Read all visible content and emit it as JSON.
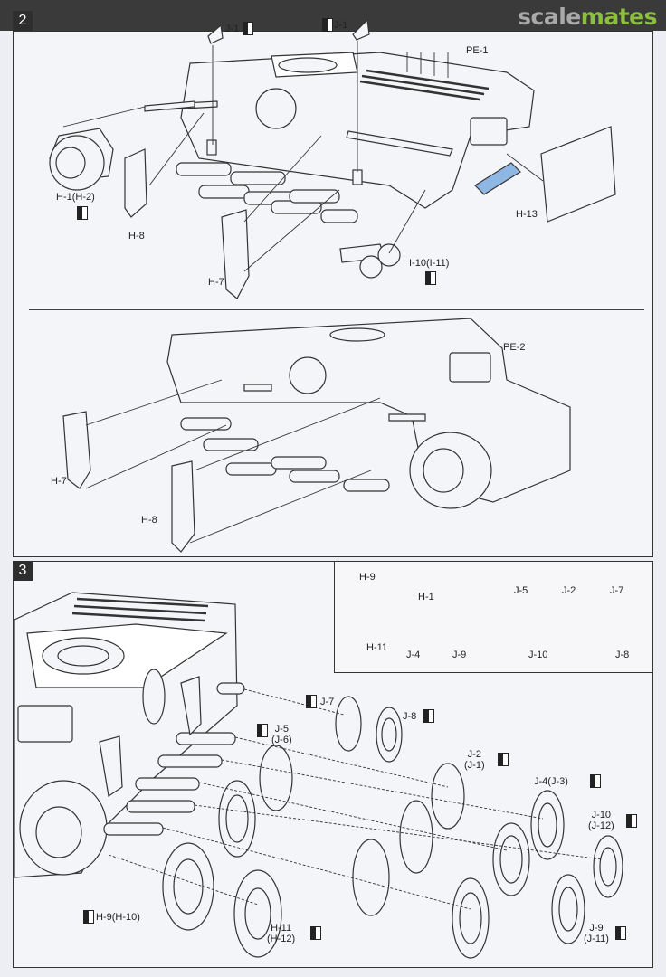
{
  "watermark": {
    "part1": "scale",
    "part2": "mates"
  },
  "steps": {
    "step2": "2",
    "step3": "3"
  },
  "step2_labels": {
    "j1_top_left": "J-1",
    "j1_top_right": "J-1",
    "pe1": "PE-1",
    "h1": "H-1(H-2)",
    "h8": "H-8",
    "h7": "H-7",
    "i10": "I-10(I-11)",
    "h13": "H-13"
  },
  "step2b_labels": {
    "pe2": "PE-2",
    "h7": "H-7",
    "h8": "H-8"
  },
  "step3_labels": {
    "j7": "J-7",
    "j8": "J-8",
    "j5": "J-5",
    "j5b": "(J-6)",
    "j2": "J-2",
    "j2b": "(J-1)",
    "j4": "J-4(J-3)",
    "j10": "J-10",
    "j10b": "(J-12)",
    "h9": "H-9(H-10)",
    "h11": "H-11",
    "h11b": "(H-12)",
    "j9": "J-9",
    "j9b": "(J-11)"
  },
  "inset_labels": {
    "h9": "H-9",
    "h1": "H-1",
    "h11": "H-11",
    "j5": "J-5",
    "j2": "J-2",
    "j7": "J-7",
    "j4": "J-4",
    "j9": "J-9",
    "j10": "J-10",
    "j8": "J-8"
  },
  "colors": {
    "hull_fill": "#f4f5f8",
    "line": "#333333",
    "blue_part": "#8fb7e3",
    "inset_blue": "#3b8fd0",
    "inset_red": "#d03a6a",
    "inset_yellow": "#f1d26a",
    "inset_orange": "#e07a3a",
    "inset_purple": "#6a5aa8",
    "inset_light_blue": "#7fc1e6",
    "watermark_grey": "#a9a9a9",
    "watermark_green": "#8cbf3f"
  }
}
